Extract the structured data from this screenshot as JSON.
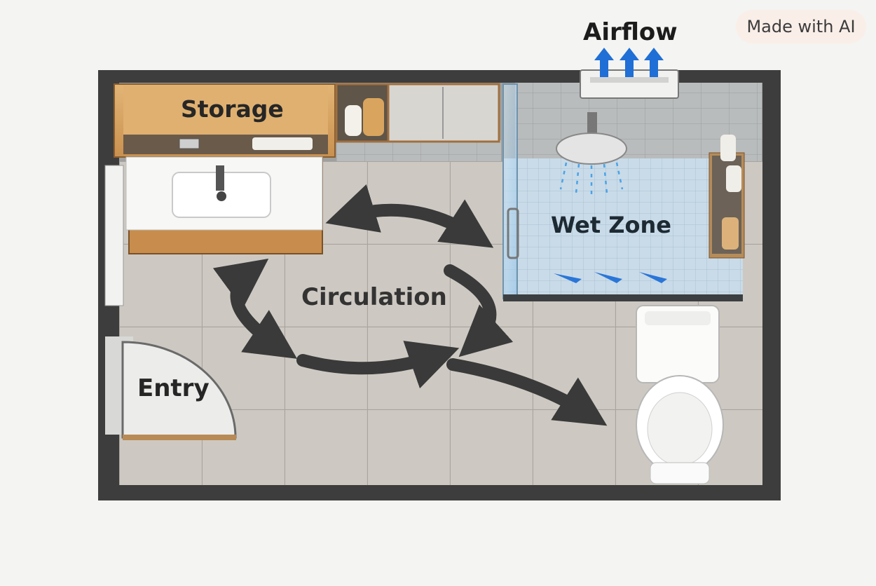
{
  "watermark": "Made with AI",
  "labels": {
    "airflow": "Airflow",
    "storage": "Storage",
    "wet_zone": "Wet Zone",
    "circulation": "Circulation",
    "entry": "Entry"
  },
  "colors": {
    "wall": "#3a3a3a",
    "floor": "#c9c5be",
    "wood": "#d9a868",
    "glass": "#bcd9ee",
    "airflow_arrow": "#1f6fd6",
    "flow_arrow": "#3a3a3a"
  },
  "icons": [
    "airflow-arrow-icon",
    "shower-head-icon",
    "toilet-icon",
    "sink-icon",
    "bottle-icon",
    "circulation-arrow-icon"
  ]
}
